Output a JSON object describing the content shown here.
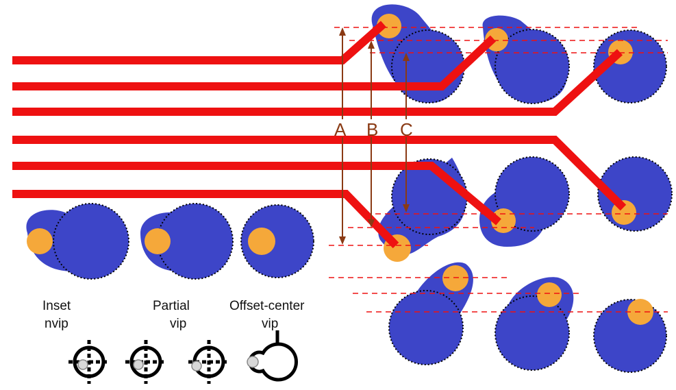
{
  "colors": {
    "trace": "#ee1111",
    "pad": "#3d45c8",
    "via": "#f5a83a",
    "dimension": "#8a3a14",
    "dashed_ref": "#ee1111",
    "outline": "#000000"
  },
  "dimension_labels": {
    "a": "A",
    "b": "B",
    "c": "C"
  },
  "legend": {
    "inset": {
      "line1": "Inset",
      "line2": "nvip"
    },
    "partial": {
      "line1": "Partial",
      "line2": "vip"
    },
    "offset_center": {
      "line1": "Offset-center",
      "line2": "vip"
    }
  }
}
